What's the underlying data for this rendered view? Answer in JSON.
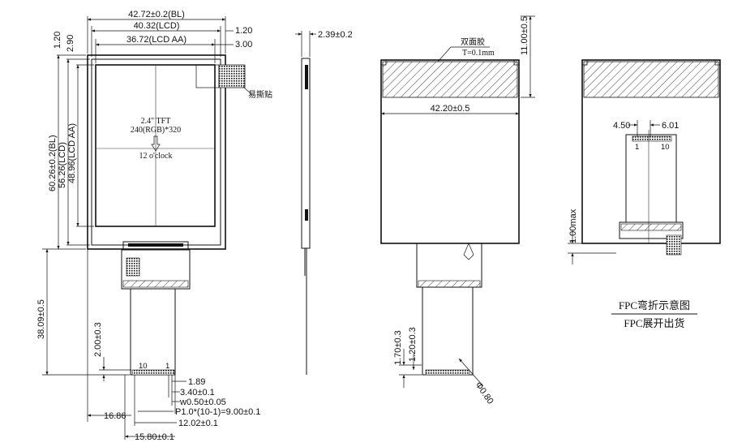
{
  "front": {
    "width_bl": "42.72±0.2(BL)",
    "width_lcd": "40.32(LCD)",
    "width_aa": "36.72(LCD AA)",
    "right_off1": "1.20",
    "right_off2": "3.00",
    "top_off1": "1.20",
    "top_off2": "2.90",
    "height_bl": "60.26±0.2(BL)",
    "height_lcd": "56.26(LCD)",
    "height_aa": "48.96(LCD AA)",
    "tft_size": "2.4\" TFT",
    "resolution": "240(RGB)*320",
    "viewing": "12 o'clock",
    "label_tag": "易撕贴",
    "fpc_length": "38.09±0.5",
    "fpc_offset": "2.00±0.3",
    "pin_first": "10",
    "pin_last": "1",
    "d_189": "1.89",
    "d_340": "3.40±0.1",
    "d_w050": "w0.50±0.05",
    "d_pitch": "P1.0*(10-1)=9.00±0.1",
    "d_1202": "12.02±0.1",
    "d_1686": "16.86",
    "d_1580": "15.80±0.1"
  },
  "side": {
    "thickness": "2.39±0.2"
  },
  "back": {
    "tape_name": "双面胶",
    "tape_thickness": "T=0.1mm",
    "tape_height": "11.00±0.5",
    "tape_width": "42.20±0.5",
    "fpc_d1": "1.70±0.3",
    "fpc_d2": "1.20±0.3",
    "stiffener": "Φ0.80"
  },
  "bent": {
    "d_left": "4.50",
    "d_right": "6.01",
    "pin_first": "1",
    "pin_last": "10",
    "gap": "1.00max"
  },
  "caption": {
    "line1": "FPC弯折示意图",
    "line2": "FPC展开出货"
  }
}
